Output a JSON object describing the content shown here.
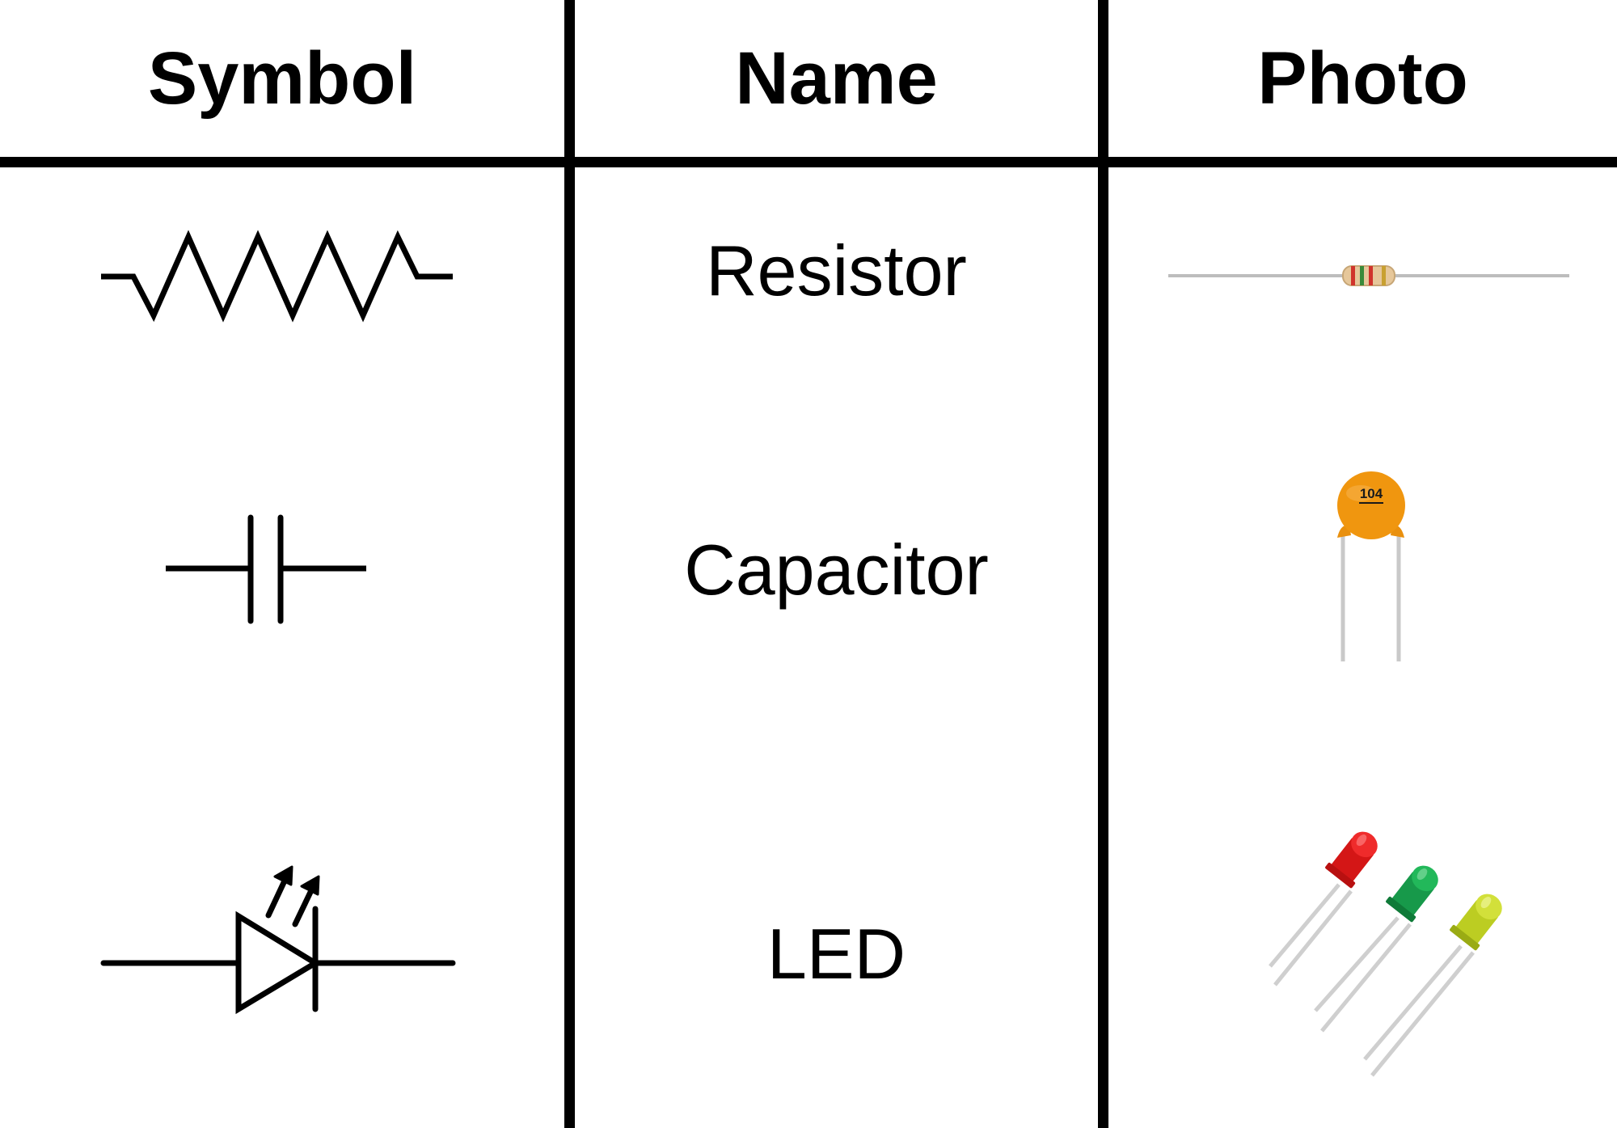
{
  "table": {
    "headers": {
      "symbol": "Symbol",
      "name": "Name",
      "photo": "Photo"
    },
    "rows": [
      {
        "name": "Resistor",
        "symbol_icon": "resistor-symbol-icon",
        "photo_icon": "resistor-photo-icon"
      },
      {
        "name": "Capacitor",
        "symbol_icon": "capacitor-symbol-icon",
        "photo_icon": "ceramic-capacitor-photo-icon",
        "photo_marking": "104"
      },
      {
        "name": "LED",
        "symbol_icon": "led-symbol-icon",
        "photo_icon": "three-leds-photo-icon"
      }
    ]
  },
  "colors": {
    "line": "#000000",
    "capacitor_body": "#f0960f",
    "led_red": "#e01818",
    "led_green": "#1fa64a",
    "led_yellow": "#c8d62a",
    "lead": "#c9c9c9"
  }
}
